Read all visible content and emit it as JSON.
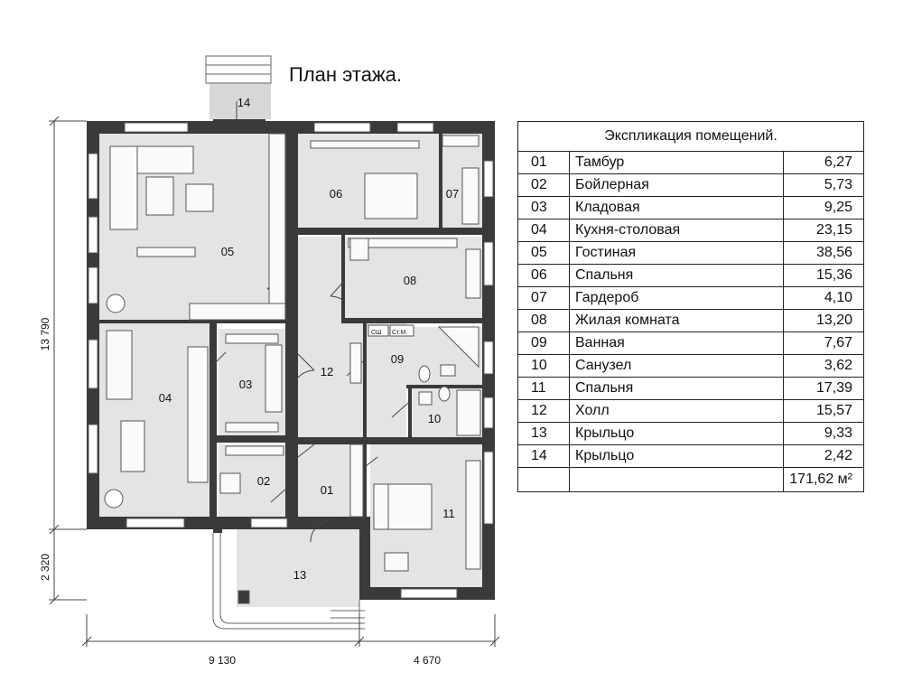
{
  "plan_title": "План этажа.",
  "explication": {
    "header": "Экспликация помещений.",
    "rows": [
      {
        "num": "01",
        "name": "Тамбур",
        "area": "6,27"
      },
      {
        "num": "02",
        "name": "Бойлерная",
        "area": "5,73"
      },
      {
        "num": "03",
        "name": "Кладовая",
        "area": "9,25"
      },
      {
        "num": "04",
        "name": "Кухня-столовая",
        "area": "23,15"
      },
      {
        "num": "05",
        "name": "Гостиная",
        "area": "38,56"
      },
      {
        "num": "06",
        "name": "Спальня",
        "area": "15,36"
      },
      {
        "num": "07",
        "name": "Гардероб",
        "area": "4,10"
      },
      {
        "num": "08",
        "name": "Жилая комната",
        "area": "13,20"
      },
      {
        "num": "09",
        "name": "Ванная",
        "area": "7,67"
      },
      {
        "num": "10",
        "name": "Санузел",
        "area": "3,62"
      },
      {
        "num": "11",
        "name": "Спальня",
        "area": "17,39"
      },
      {
        "num": "12",
        "name": "Холл",
        "area": "15,57"
      },
      {
        "num": "13",
        "name": "Крыльцо",
        "area": "9,33"
      },
      {
        "num": "14",
        "name": "Крыльцо",
        "area": "2,42"
      }
    ],
    "total": "171,62 м²"
  },
  "dimensions": {
    "height_total": "13 790",
    "height_porch": "2 320",
    "width_left": "9 130",
    "width_right": "4 670"
  },
  "room_labels": {
    "r01": "01",
    "r02": "02",
    "r03": "03",
    "r04": "04",
    "r05": "05",
    "r06": "06",
    "r07": "07",
    "r08": "08",
    "r09": "09",
    "r10": "10",
    "r11": "11",
    "r12": "12",
    "r13": "13",
    "r14": "14"
  },
  "fixture_labels": {
    "sh": "СШ",
    "stm": "Ст.М."
  }
}
